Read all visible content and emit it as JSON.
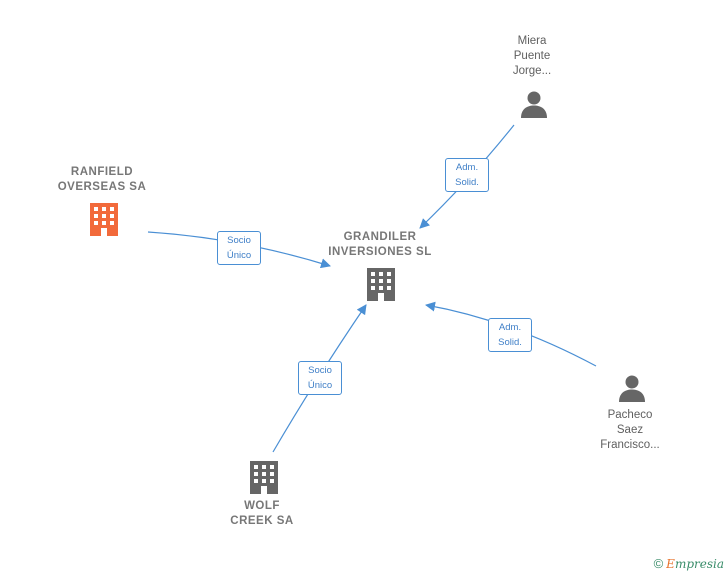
{
  "nodes": {
    "ranfield": {
      "lines": [
        "RANFIELD",
        "OVERSEAS SA"
      ],
      "type": "company",
      "color": "#f26a3b"
    },
    "grandiler": {
      "lines": [
        "GRANDILER",
        "INVERSIONES SL"
      ],
      "type": "company",
      "color": "#666666"
    },
    "wolf": {
      "lines": [
        "WOLF",
        "CREEK SA"
      ],
      "type": "company",
      "color": "#666666"
    },
    "miera": {
      "lines": [
        "Miera",
        "Puente",
        "Jorge..."
      ],
      "type": "person",
      "color": "#666666"
    },
    "pacheco": {
      "lines": [
        "Pacheco",
        "Saez",
        "Francisco..."
      ],
      "type": "person",
      "color": "#666666"
    }
  },
  "edges": {
    "ranfield_grandiler": {
      "lines": [
        "Socio",
        "Único"
      ]
    },
    "wolf_grandiler": {
      "lines": [
        "Socio",
        "Único"
      ]
    },
    "miera_grandiler": {
      "lines": [
        "Adm.",
        "Solid."
      ]
    },
    "pacheco_grandiler": {
      "lines": [
        "Adm.",
        "Solid."
      ]
    }
  },
  "colors": {
    "edge": "#4a8fd4",
    "accent": "#f26a3b",
    "node": "#666666"
  },
  "footer": {
    "copyright_symbol": "©",
    "brand_first": "E",
    "brand_rest": "mpresia"
  }
}
